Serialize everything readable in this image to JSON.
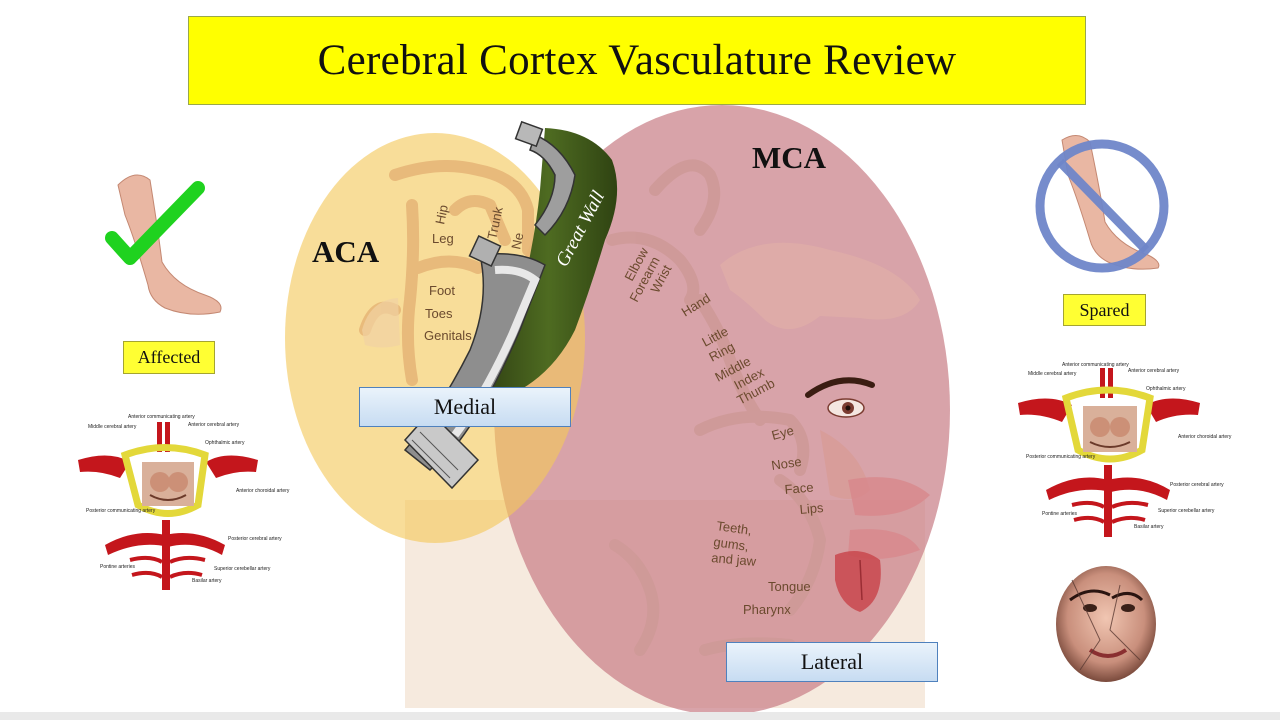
{
  "title": "Cerebral Cortex Vasculature Review",
  "regions": {
    "aca_label": "ACA",
    "mca_label": "MCA",
    "medial_label": "Medial",
    "lateral_label": "Lateral",
    "great_wall_label": "Great Wall"
  },
  "leg_status": {
    "affected_label": "Affected",
    "spared_label": "Spared"
  },
  "homunculus_labels": {
    "hip": "Hip",
    "trunk": "Trunk",
    "neck": "Ne",
    "leg": "Leg",
    "foot": "Foot",
    "toes": "Toes",
    "genitals": "Genitals",
    "elbow": "Elbow",
    "forearm": "Forearm",
    "wrist": "Wrist",
    "hand": "Hand",
    "little": "Little",
    "ring": "Ring",
    "middle": "Middle",
    "index": "Index",
    "thumb": "Thumb",
    "eye": "Eye",
    "nose": "Nose",
    "face": "Face",
    "lips": "Lips",
    "teeth": "Teeth,",
    "gums": "gums,",
    "jaw": "and jaw",
    "tongue": "Tongue",
    "pharynx": "Pharynx"
  },
  "circle_of_willis_labels": {
    "middle_cerebral": "Middle cerebral artery",
    "anterior_communicating": "Anterior communicating artery",
    "anterior_cerebral": "Anterior cerebral artery",
    "ophthalmic": "Ophthalmic artery",
    "anterior_choroidal": "Anterior choroidal artery",
    "posterior_communicating": "Posterior communicating artery",
    "posterior_cerebral": "Posterior cerebral artery",
    "superior_cerebellar": "Superior cerebellar artery",
    "pontine": "Pontine arteries",
    "basilar": "Basilar artery"
  },
  "icons": {
    "checkmark": "checkmark-icon",
    "no_symbol": "prohibition-icon"
  },
  "colors": {
    "title_bg": "#ffff00",
    "aca_region": "#f3c85a",
    "mca_region": "#c98088",
    "great_wall": "#3f5a18",
    "checkmark": "#1fd21f",
    "prohibition": "#6f86c9",
    "artery_red": "#c4161c"
  }
}
